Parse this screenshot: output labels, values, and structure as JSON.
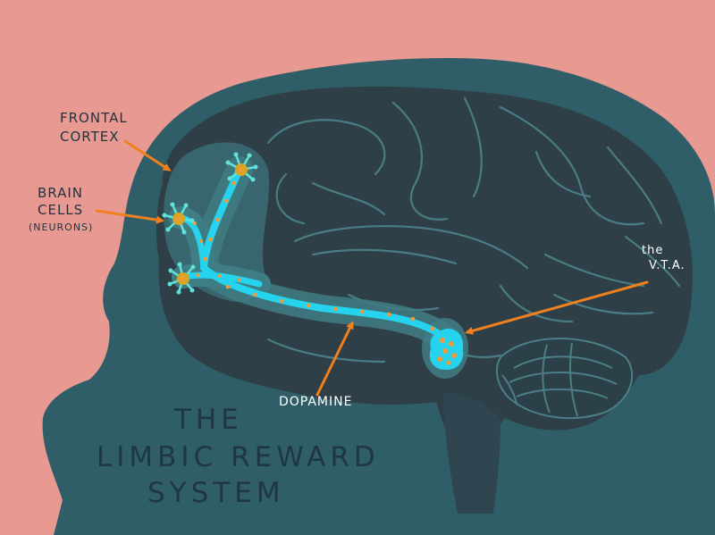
{
  "colors": {
    "background": "#e89a92",
    "head": "#2f5e68",
    "brain": "#2e3f47",
    "pathway_glow": "#3f7d84",
    "pathway_core": "#25d3ee",
    "neuron": "#5fe3dc",
    "dopamine": "#f29a3a",
    "arrow": "#f0801e",
    "text_dark": "#1f3340",
    "text_light": "#ffffff"
  },
  "labels": {
    "frontal_cortex": [
      "FRONTAL",
      "CORTEX"
    ],
    "brain_cells": [
      "BRAIN",
      "CELLS",
      "(NEURONS)"
    ],
    "vta": [
      "the",
      "V.T.A."
    ],
    "dopamine": "DOPAMINE"
  },
  "title": [
    "THE",
    "LIMBIC REWARD",
    "SYSTEM"
  ],
  "icons": [
    "neuron-icon",
    "vta-icon",
    "arrow-icon"
  ]
}
